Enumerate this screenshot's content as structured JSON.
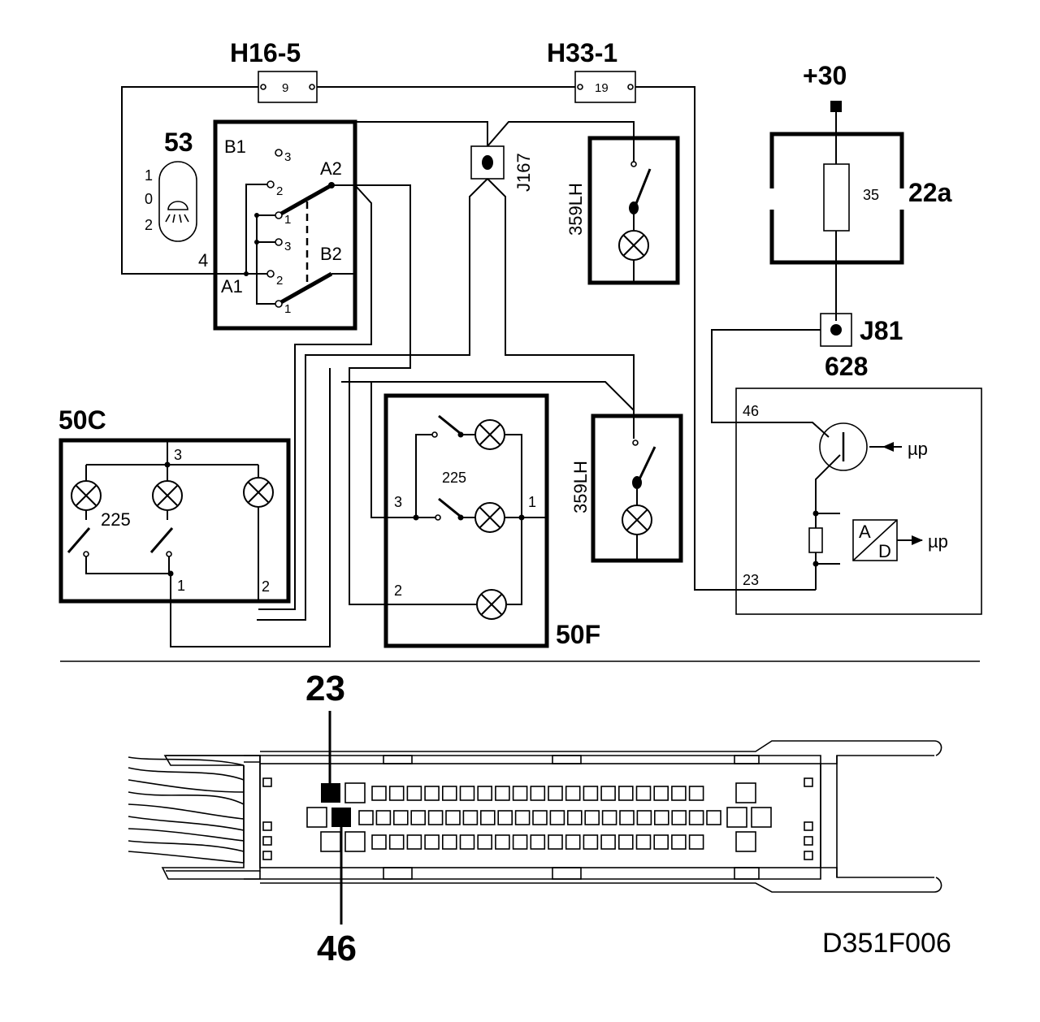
{
  "labels": {
    "h16": "H16-5",
    "h16_pin": "9",
    "h33": "H33-1",
    "h33_pin": "19",
    "plus30": "+30",
    "fuse_num": "35",
    "fuse_id": "22a",
    "j81": "J81",
    "ecu": "628",
    "ecu_pin_top": "46",
    "ecu_pin_bottom": "23",
    "mu_top": "µp",
    "mu_bottom": "µp",
    "ad_a": "A",
    "ad_d": "D",
    "sw53": "53",
    "pos1": "1",
    "pos0": "0",
    "pos2": "2",
    "b1": "B1",
    "a2": "A2",
    "b2": "B2",
    "a1": "A1",
    "pin4": "4",
    "c3a": "3",
    "c2a": "2",
    "c1a": "1",
    "c3b": "3",
    "c2b": "2",
    "c1b": "1",
    "j167": "J167",
    "lh_top": "359LH",
    "lh_bottom": "359LH",
    "c50": "50C",
    "c50_3": "3",
    "c50_225": "225",
    "c50_1": "1",
    "c50_2": "2",
    "f50": "50F",
    "f50_225": "225",
    "f50_3": "3",
    "f50_1": "1",
    "f50_2": "2",
    "conn_top": "23",
    "conn_bottom": "46",
    "ref": "D351F006"
  }
}
